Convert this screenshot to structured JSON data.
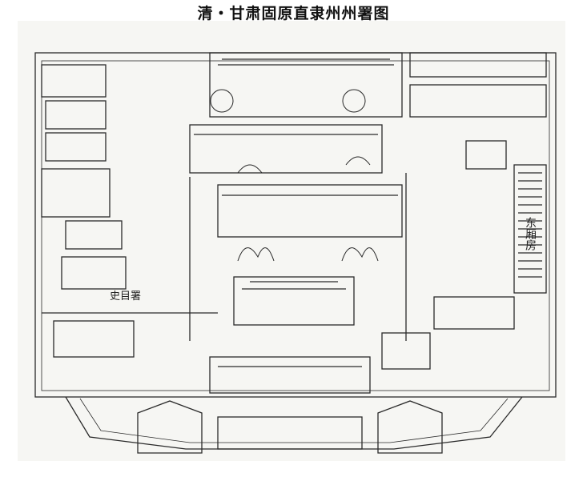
{
  "title": "清・甘肃固原直隶州州署图",
  "labels": {
    "vertical_right": "东厢房",
    "left_hall": "史目署"
  },
  "colors": {
    "background": "#ffffff",
    "paper": "#f6f6f3",
    "ink": "#2a2a2a"
  }
}
